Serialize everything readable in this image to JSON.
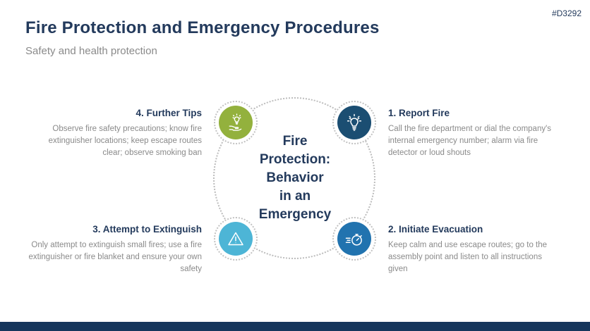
{
  "meta": {
    "slide_id": "#D3292"
  },
  "header": {
    "title": "Fire Protection and Emergency Procedures",
    "subtitle": "Safety and health protection"
  },
  "center": {
    "label": "Fire Protection: Behavior in an Emergency",
    "lines": [
      "Fire",
      "Protection:",
      "Behavior",
      "in an",
      "Emergency"
    ]
  },
  "colors": {
    "heading_navy": "#233a5c",
    "body_gray": "#8a8a8a",
    "node_green": "#93b13d",
    "node_dark_blue": "#1b4e72",
    "node_light_blue": "#4db5d6",
    "node_mid_blue": "#2173af",
    "footer_bar": "#16365c",
    "dotted_ring_gray": "#c2c2c2"
  },
  "steps": [
    {
      "title": "1. Report Fire",
      "description": "Call the fire department or dial the company's internal emergency number; alarm via fire detector or loud shouts",
      "icon": "lightbulb-rays-icon",
      "color": "#1b4e72",
      "position": "top-right"
    },
    {
      "title": "2. Initiate Evacuation",
      "description": "Keep calm and use escape routes; go to the assembly point and listen to all instructions given",
      "icon": "stopwatch-speed-icon",
      "color": "#2173af",
      "position": "bottom-right"
    },
    {
      "title": "3. Attempt to Extinguish",
      "description": "Only attempt to extinguish small fires; use a fire extinguisher or fire blanket and ensure your own safety",
      "icon": "warning-triangle-icon",
      "color": "#4db5d6",
      "position": "bottom-left"
    },
    {
      "title": "4. Further Tips",
      "description": "Observe fire safety precautions; know fire extinguisher locations; keep escape routes clear; observe smoking ban",
      "icon": "hand-holding-bulb-icon",
      "color": "#93b13d",
      "position": "top-left"
    }
  ]
}
